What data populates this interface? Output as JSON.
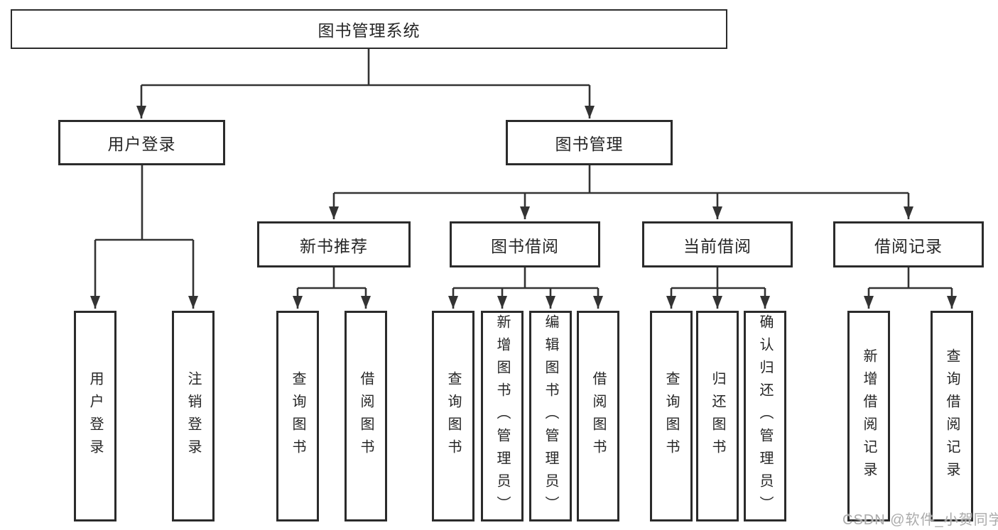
{
  "root": {
    "label": "图书管理系统"
  },
  "branches": {
    "user_login": {
      "label": "用户登录",
      "children": [
        "用户登录",
        "注销登录"
      ]
    },
    "book_management": {
      "label": "图书管理",
      "children": {
        "new_book": {
          "label": "新书推荐",
          "children": [
            "查询图书",
            "借阅图书"
          ]
        },
        "book_borrow": {
          "label": "图书借阅",
          "children": [
            "查询图书",
            "新增图书（管理员）",
            "编辑图书（管理员）",
            "借阅图书"
          ]
        },
        "current_borrow": {
          "label": "当前借阅",
          "children": [
            "查询图书",
            "归还图书",
            "确认归还（管理员）"
          ]
        },
        "borrow_record": {
          "label": "借阅记录",
          "children": [
            "新增借阅记录",
            "查询借阅记录"
          ]
        }
      }
    }
  },
  "watermark": "CSDN @软件_小贺同学",
  "colors": {
    "line": "#333333",
    "border": "#2b2b2b",
    "text": "#262626",
    "watermark": "#ababab"
  }
}
